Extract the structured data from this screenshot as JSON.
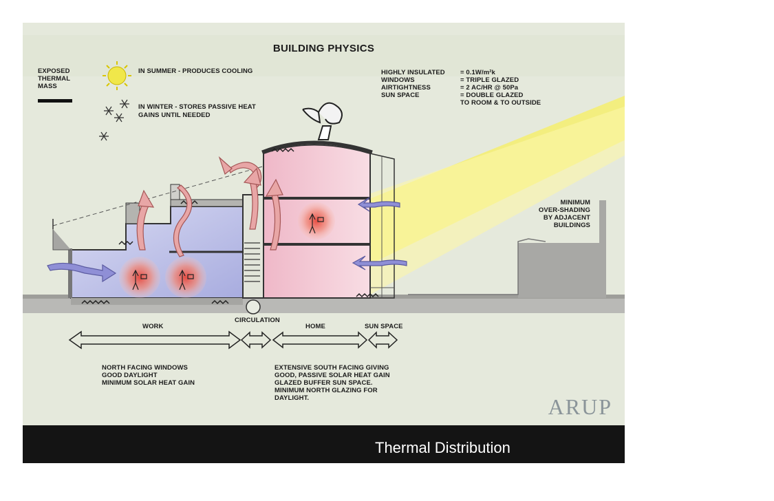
{
  "title": "BUILDING PHYSICS",
  "legend": {
    "mass_label": "EXPOSED\nTHERMAL\nMASS",
    "summer": "IN SUMMER - PRODUCES COOLING",
    "winter": "IN WINTER - STORES PASSIVE HEAT\nGAINS UNTIL NEEDED"
  },
  "specs": [
    {
      "label": "HIGHLY INSULATED",
      "value": "= 0.1W/m²k"
    },
    {
      "label": "WINDOWS",
      "value": "= TRIPLE GLAZED"
    },
    {
      "label": "AIRTIGHTNESS",
      "value": "= 2 AC/HR @ 50Pa"
    },
    {
      "label": "SUN SPACE",
      "value": "= DOUBLE GLAZED\n  TO ROOM & TO OUTSIDE"
    }
  ],
  "overshading_note": "MINIMUM\nOVER-SHADING\nBY ADJACENT\nBUILDINGS",
  "zones": [
    "WORK",
    "CIRCULATION",
    "HOME",
    "SUN SPACE"
  ],
  "notes": {
    "work": "NORTH FACING WINDOWS\nGOOD DAYLIGHT\nMINIMUM SOLAR HEAT GAIN",
    "home": "EXTENSIVE SOUTH FACING GIVING\nGOOD, PASSIVE SOLAR HEAT GAIN\nGLAZED BUFFER SUN SPACE.\nMINIMUM NORTH GLAZING FOR\nDAYLIGHT."
  },
  "logo": "ARUP",
  "caption": "Thermal Distribution",
  "colors": {
    "background": "#e5e9dc",
    "work_zone": "#c3c6ec",
    "home_zone": "#f1c6d2",
    "sun_beam": "#f5ee6a",
    "ground": "#b8b8b5",
    "airflow_warm": "#e8a6a6",
    "airflow_cool": "#8f8fd6",
    "caption_bar": "#141414"
  }
}
